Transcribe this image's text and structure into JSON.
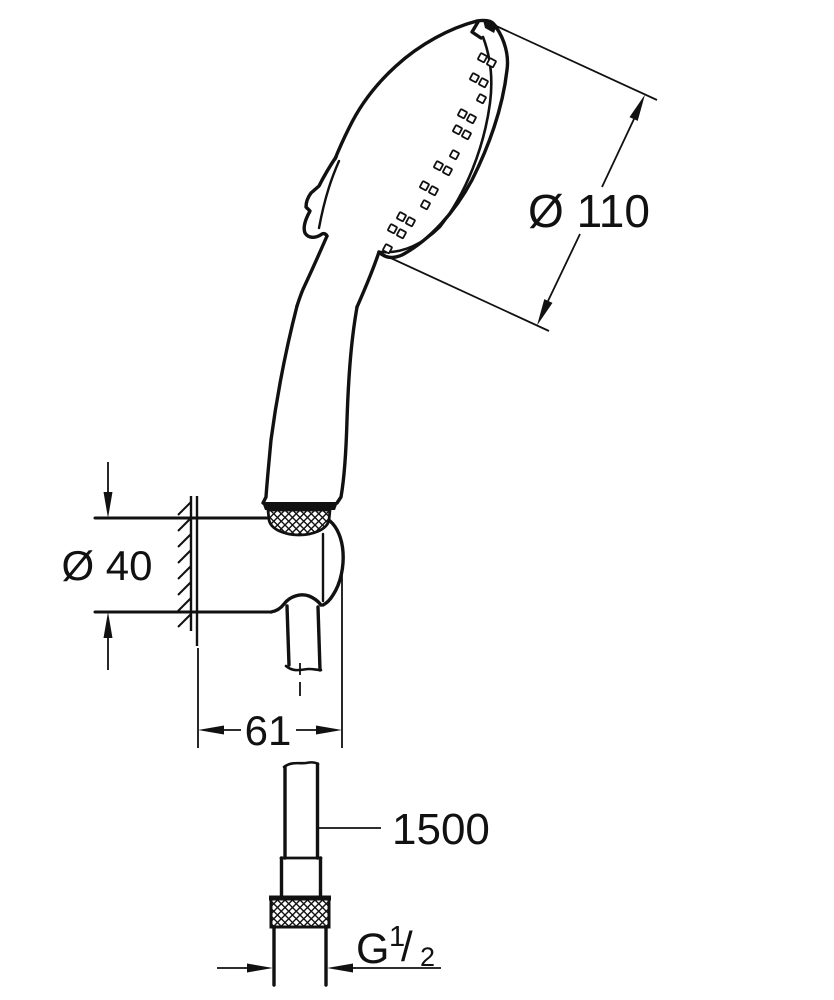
{
  "drawing": {
    "type": "technical-dimension-diagram",
    "subject": "hand shower with wall holder and shower hose",
    "background": "#ffffff",
    "line_color": "#111111"
  },
  "dimensions": {
    "head_diameter": "Ø 110",
    "holder_diameter": "Ø 40",
    "holder_projection": "61",
    "hose_length": "1500",
    "thread_prefix": "G",
    "thread_numerator": "1",
    "thread_slash": "/",
    "thread_denominator": "2"
  }
}
